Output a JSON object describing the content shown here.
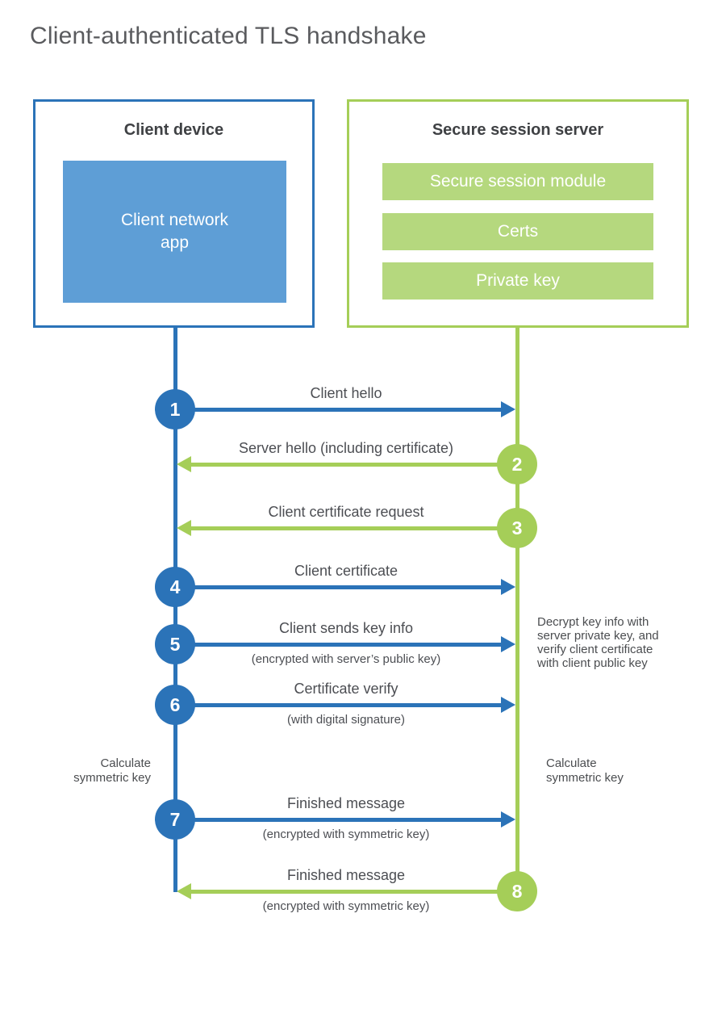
{
  "title": "Client-authenticated TLS handshake",
  "client": {
    "title": "Client device",
    "app": "Client network app"
  },
  "server": {
    "title": "Secure session server",
    "modules": [
      "Secure session module",
      "Certs",
      "Private key"
    ]
  },
  "steps": [
    {
      "num": "1",
      "dir": "right",
      "label": "Client hello",
      "sub": ""
    },
    {
      "num": "2",
      "dir": "left",
      "label": "Server hello (including certificate)",
      "sub": ""
    },
    {
      "num": "3",
      "dir": "left",
      "label": "Client certificate request",
      "sub": ""
    },
    {
      "num": "4",
      "dir": "right",
      "label": "Client certificate",
      "sub": ""
    },
    {
      "num": "5",
      "dir": "right",
      "label": "Client sends key info",
      "sub": "(encrypted with server’s public key)"
    },
    {
      "num": "6",
      "dir": "right",
      "label": "Certificate verify",
      "sub": "(with digital signature)"
    },
    {
      "num": "7",
      "dir": "right",
      "label": "Finished message",
      "sub": "(encrypted with symmetric key)"
    },
    {
      "num": "8",
      "dir": "left",
      "label": "Finished message",
      "sub": "(encrypted with symmetric key)"
    }
  ],
  "annotations": {
    "decrypt_note": "Decrypt key info with\nserver private key, and\nverify client certificate\nwith client public key",
    "calc_left": "Calculate\nsymmetric key",
    "calc_right": "Calculate\nsymmetric key"
  },
  "colors": {
    "blue": "#2b73b8",
    "blue_fill": "#5e9ed6",
    "green": "#a5ce58",
    "green_fill": "#b5d87e"
  }
}
